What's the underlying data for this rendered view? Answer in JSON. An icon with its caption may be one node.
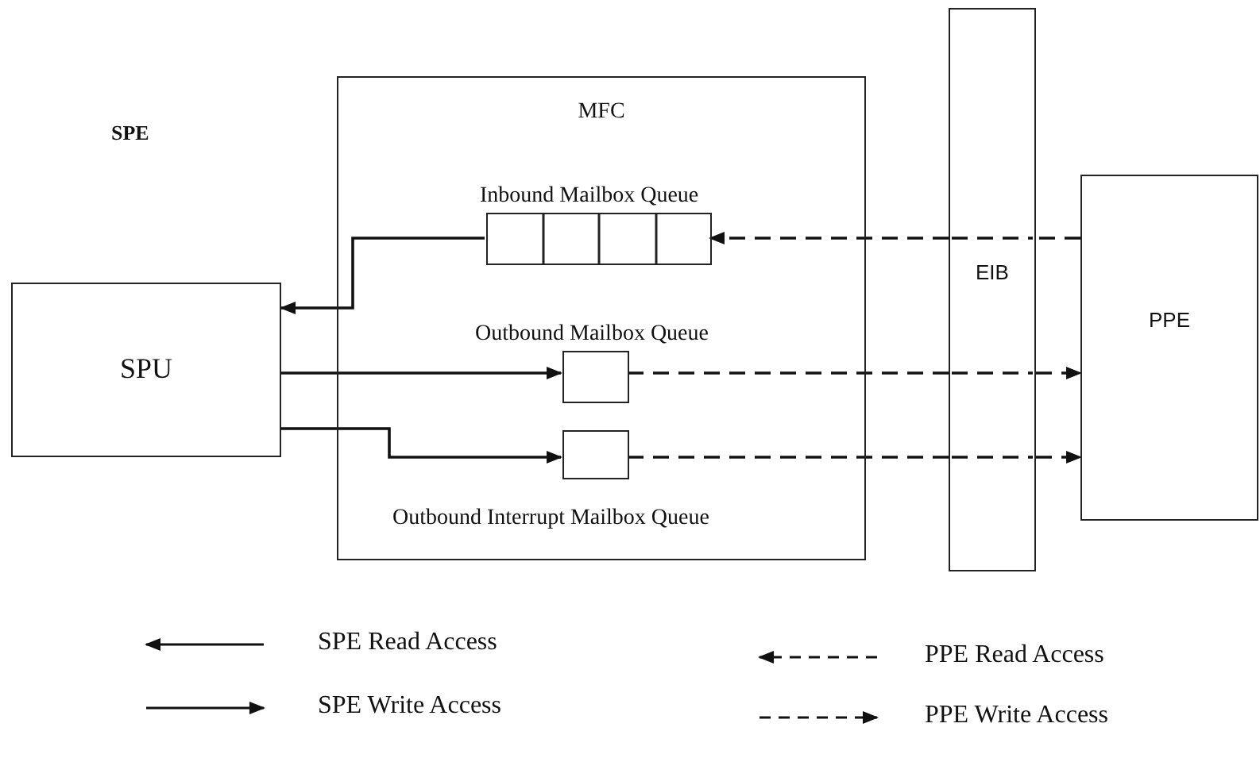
{
  "diagram": {
    "nodes": [
      {
        "text": [
          "SPU"
        ]
      },
      {
        "text": [
          "MFC"
        ]
      },
      {
        "text": [
          "Inbound Mailbox Queue"
        ],
        "in": 1
      },
      {
        "text": [
          "Outbound Mailbox Queue"
        ],
        "in": 1
      },
      {
        "text": [
          "Outbound Interrupt Mailbox Queue"
        ],
        "in": 1
      },
      {
        "text": [
          "EIB"
        ]
      },
      {
        "text": [
          "PPE"
        ]
      }
    ],
    "edges": [
      {
        "from": 2,
        "to": 0,
        "arrow": "to"
      },
      {
        "from": 0,
        "to": 3,
        "arrow": "to"
      },
      {
        "from": 0,
        "to": 4,
        "arrow": "to"
      },
      {
        "from": 6,
        "to": 5,
        "arrow": "none",
        "style": "dashed"
      },
      {
        "from": 5,
        "to": 2,
        "arrow": "to",
        "style": "dashed"
      },
      {
        "from": 3,
        "to": 5,
        "arrow": "none",
        "style": "dashed"
      },
      {
        "from": 5,
        "to": 6,
        "arrow": "to",
        "style": "dashed"
      },
      {
        "from": 4,
        "to": 5,
        "arrow": "none",
        "style": "dashed"
      },
      {
        "from": 5,
        "to": 6,
        "arrow": "to",
        "style": "dashed"
      }
    ],
    "labels": [
      "SPE"
    ],
    "legend": [
      {
        "text": "SPE Read Access"
      },
      {
        "text": "PPE Read Access"
      },
      {
        "text": "SPE Write Access"
      },
      {
        "text": "PPE Write Access"
      }
    ]
  }
}
